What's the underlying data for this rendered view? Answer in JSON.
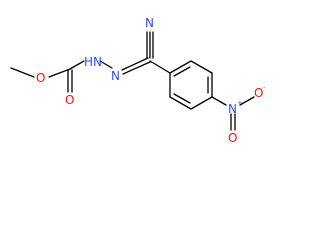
{
  "molecule": {
    "atoms": {
      "methoxy_O": "O",
      "carbonyl_O": "O",
      "hydrazide_NH": "HN",
      "imine_N": "N",
      "nitrile_N": "N",
      "nitro_N": "N",
      "nitro_charge_plus": "+",
      "nitro_O_double": "O",
      "nitro_O_single": "O",
      "nitro_charge_minus": "-"
    }
  },
  "colors": {
    "oxygen": "#ff0d0d",
    "nitrogen": "#3050f8",
    "carbon": "#000000"
  }
}
